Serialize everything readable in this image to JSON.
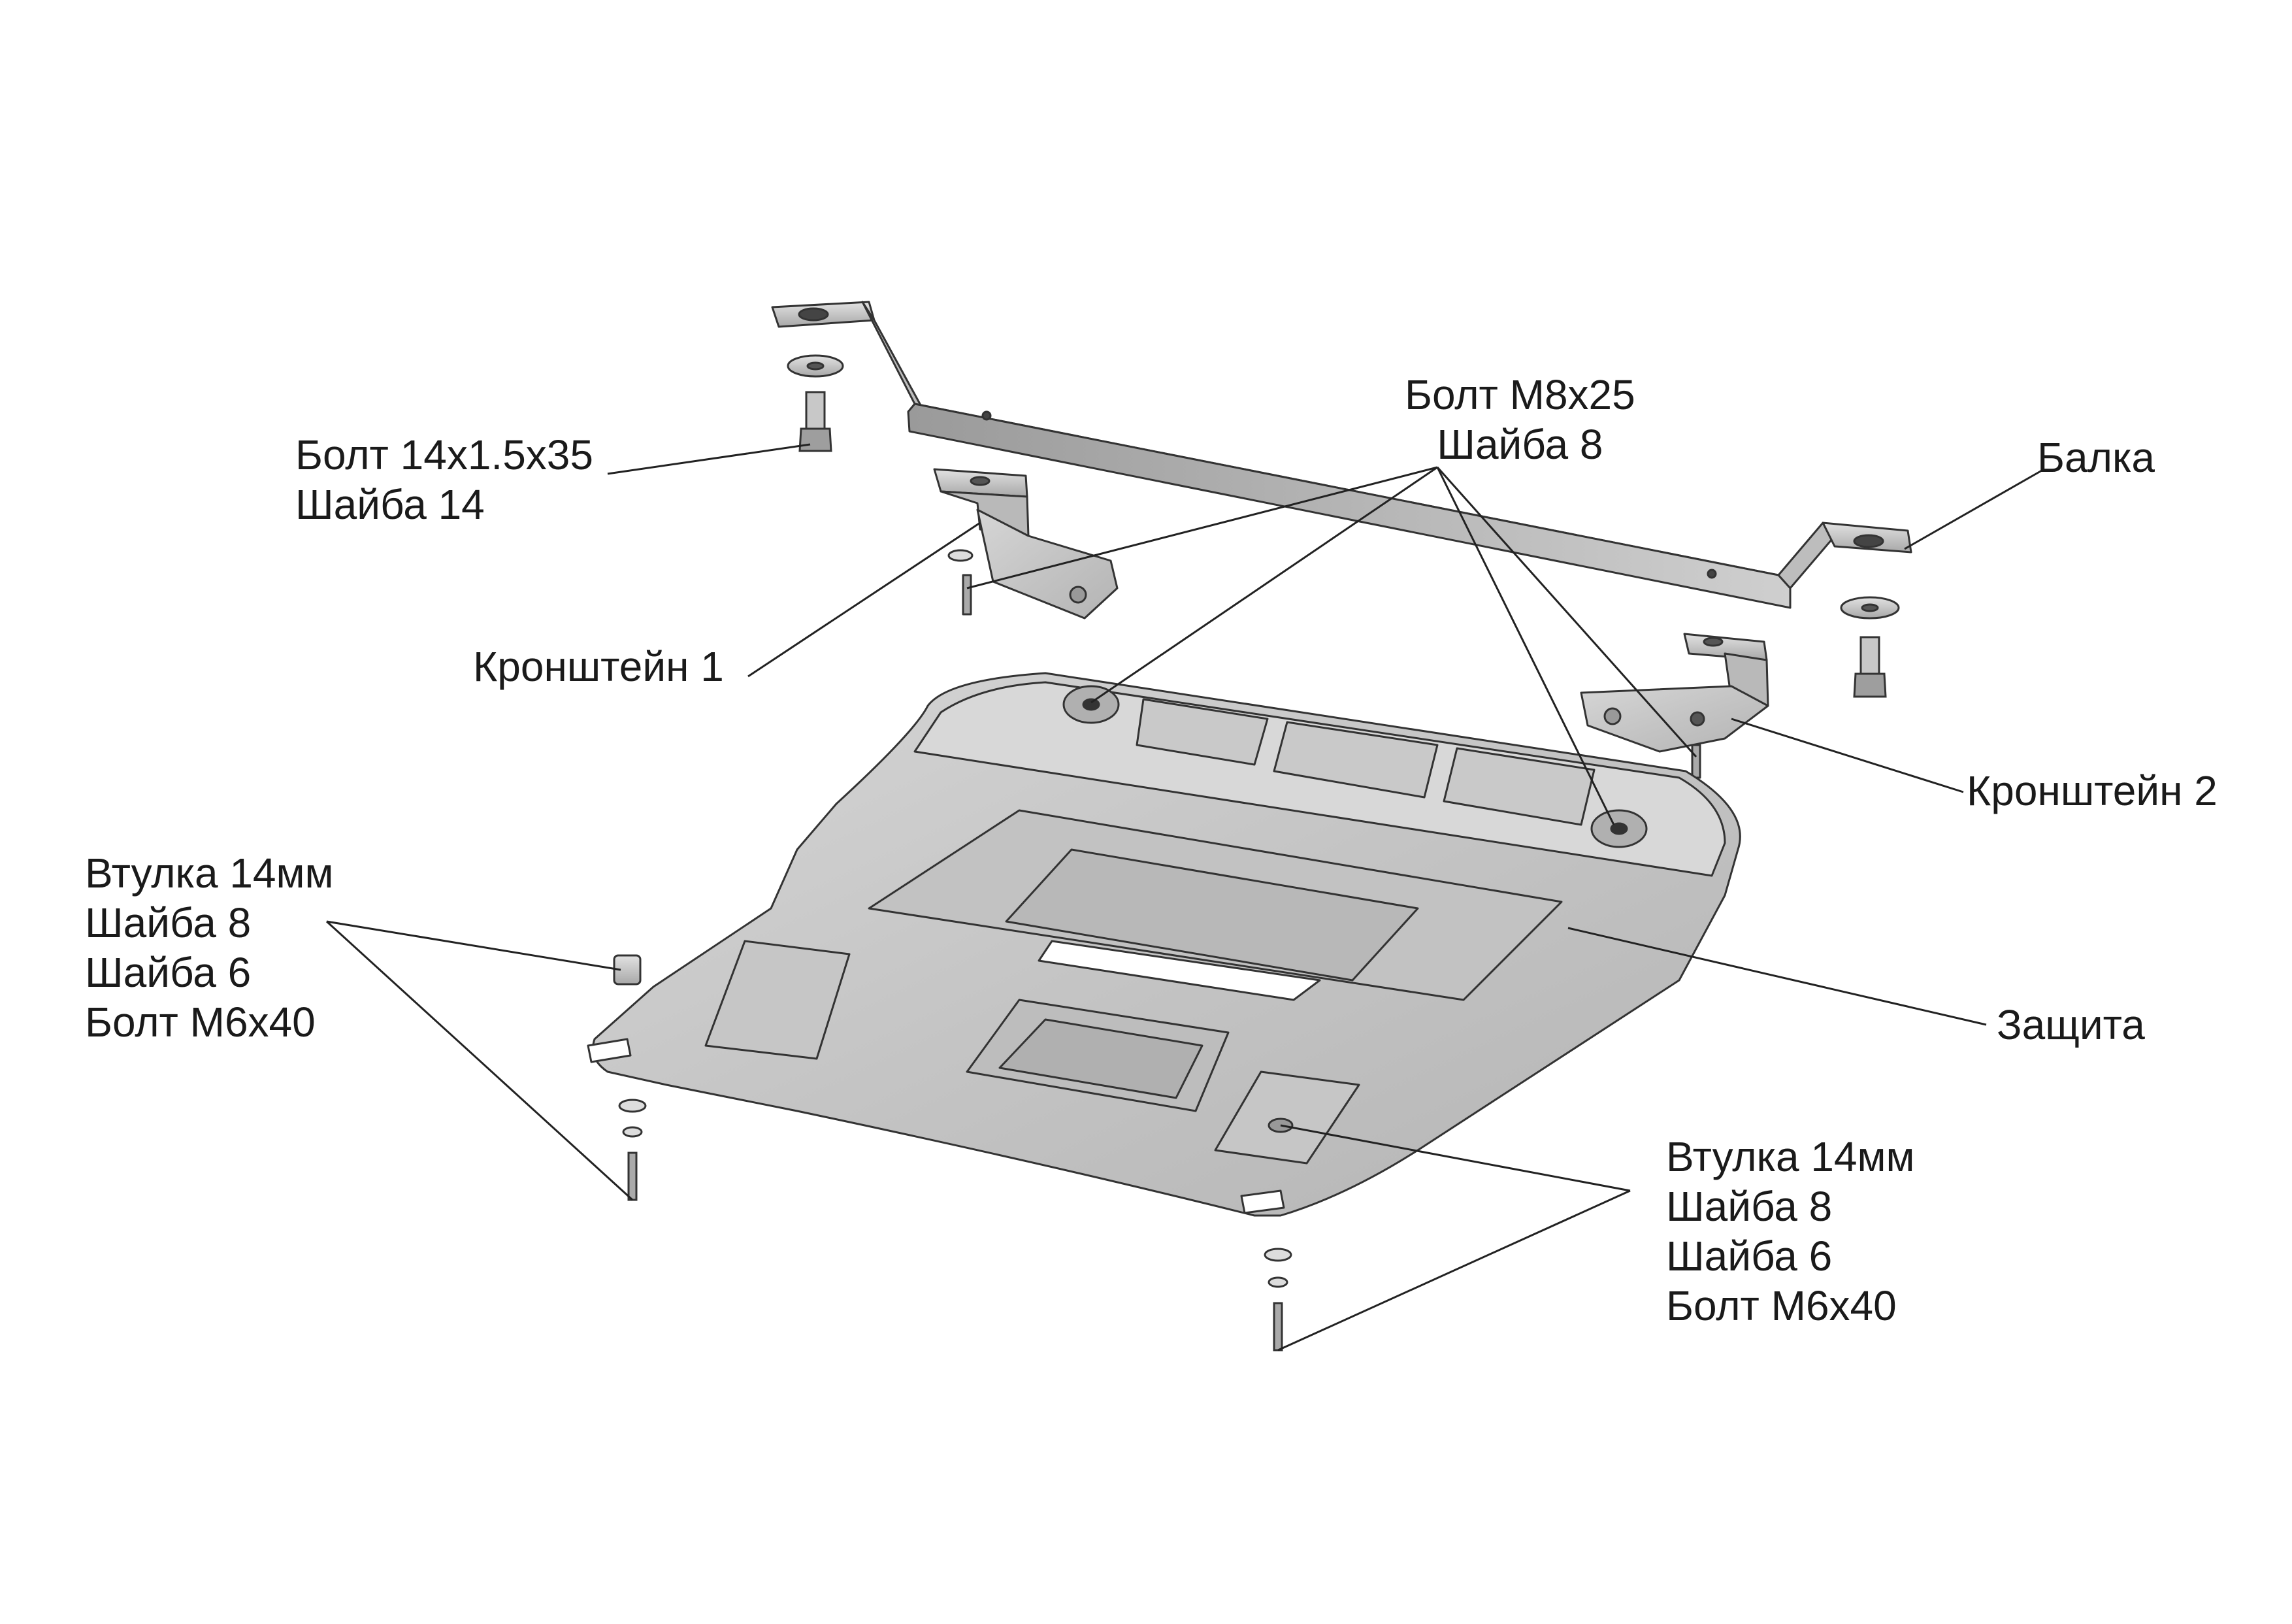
{
  "labels": {
    "bolt_14": [
      "Болт 14x1.5x35",
      "Шайба 14"
    ],
    "bolt_m8": [
      "Болт М8x25",
      "Шайба 8"
    ],
    "beam": [
      "Балка"
    ],
    "bracket_1": [
      "Кронштейн 1"
    ],
    "bracket_2": [
      "Кронштейн 2"
    ],
    "left_fasteners": [
      "Втулка 14мм",
      "Шайба 8",
      "Шайба 6",
      "Болт М6x40"
    ],
    "guard": [
      "Защита"
    ],
    "right_fasteners": [
      "Втулка 14мм",
      "Шайба 8",
      "Шайба 6",
      "Болт М6x40"
    ]
  }
}
